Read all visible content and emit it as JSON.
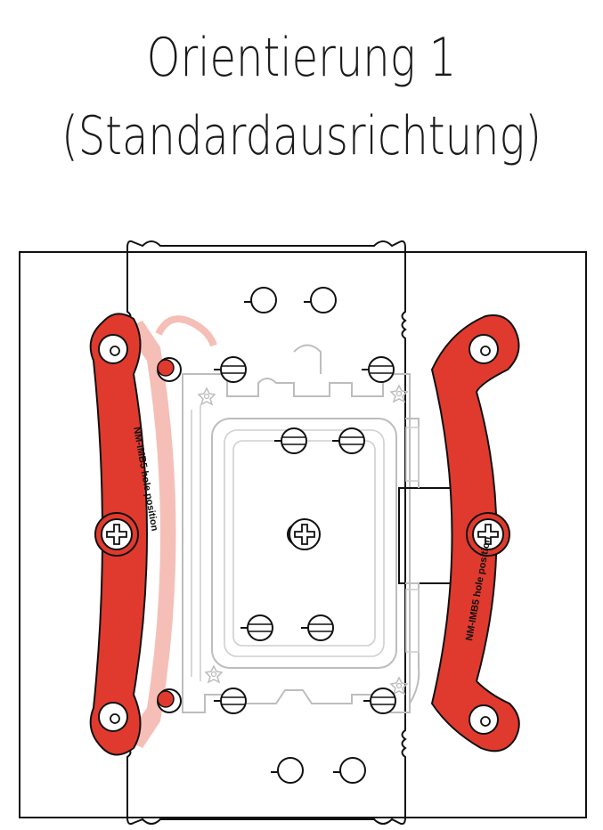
{
  "title": {
    "line1": "Orientierung 1",
    "line2": "(Standardausrichtung)"
  },
  "bracket_text": "NM-IMB5 hole position",
  "colors": {
    "bracket_red": "#e03a2e",
    "bracket_red_faded": "#f4b8b0",
    "outline": "#111111",
    "socket_gray": "#bdbdbd"
  },
  "icons": [
    "screw-head-icon",
    "thumb-screw-icon",
    "standoff-icon",
    "cross-screw-icon"
  ]
}
